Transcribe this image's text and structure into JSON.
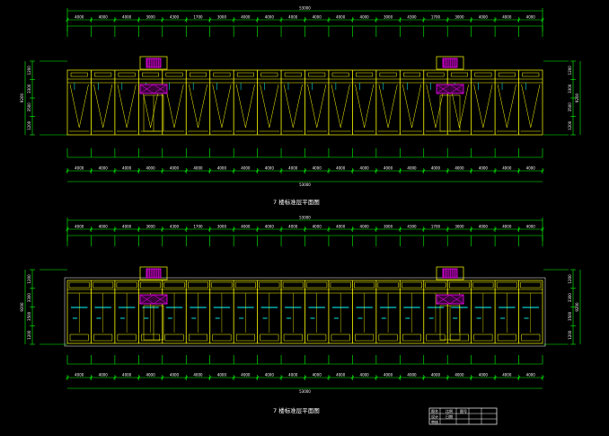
{
  "colors": {
    "background": "#000000",
    "dimension": "#00ff00",
    "wall": "#ffff00",
    "stair": "#ff00ff",
    "fixture": "#00ffff",
    "text": "#ffffff",
    "frame": "#ffffff"
  },
  "plans": [
    {
      "title": "7 楼标准层平面图",
      "overall_width": "53000",
      "top_dims": [
        "4000",
        "4000",
        "4000",
        "3000",
        "4300",
        "1700",
        "3000",
        "4000",
        "4000",
        "4000",
        "4000",
        "4000",
        "4000",
        "3000",
        "4300",
        "1700",
        "3000",
        "4000",
        "4000",
        "4000"
      ],
      "bottom_dims": [
        "4000",
        "4000",
        "4000",
        "4000",
        "4000",
        "4000",
        "4000",
        "4000",
        "4000",
        "4000",
        "4000",
        "4000",
        "4000",
        "4000",
        "4000",
        "4000",
        "4000",
        "4000",
        "4000",
        "4000"
      ],
      "left_dims": [
        "1200",
        "3300",
        "3500",
        "1200"
      ],
      "right_dims": [
        "1200",
        "3300",
        "3500",
        "1200"
      ],
      "depth_total": "9200"
    },
    {
      "title": "7 楼标准层平面图",
      "overall_width": "53000",
      "top_dims": [
        "4000",
        "4000",
        "4000",
        "3000",
        "4300",
        "1700",
        "3000",
        "4000",
        "4000",
        "4000",
        "4000",
        "4000",
        "4000",
        "3000",
        "4300",
        "1700",
        "3000",
        "4000",
        "4000",
        "4000"
      ],
      "bottom_dims": [
        "4000",
        "4000",
        "4000",
        "4000",
        "4000",
        "4000",
        "4000",
        "4000",
        "4000",
        "4000",
        "4000",
        "4000",
        "4000",
        "4000",
        "4000",
        "4000",
        "4000",
        "4000",
        "4000",
        "4000"
      ],
      "left_dims": [
        "1200",
        "3300",
        "3500",
        "1200"
      ],
      "right_dims": [
        "1200",
        "3300",
        "3500",
        "1200"
      ],
      "depth_total": "9200"
    }
  ],
  "legend_table": {
    "rows": [
      [
        "图名",
        "比例",
        "图号"
      ],
      [
        "设计",
        "日期",
        ""
      ],
      [
        "审核",
        "",
        "",
        ""
      ]
    ]
  }
}
